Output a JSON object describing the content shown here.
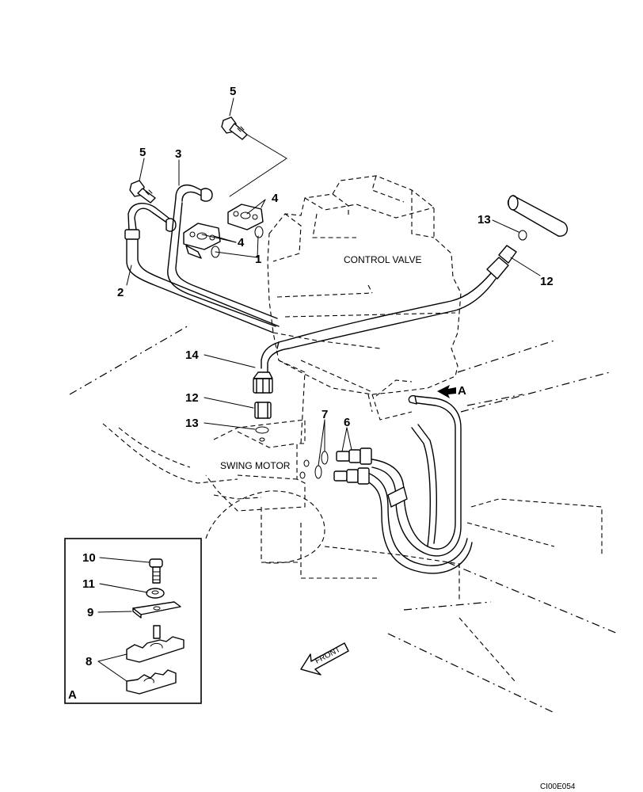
{
  "labels": {
    "control_valve": "CONTROL VALVE",
    "swing_motor": "SWING MOTOR",
    "front": "FRONT",
    "view_a_arrow": "A",
    "inset_a": "A",
    "drawing_code": "CI00E054"
  },
  "callouts": {
    "c1": "1",
    "c2": "2",
    "c3": "3",
    "c4a": "4",
    "c4b": "4",
    "c5a": "5",
    "c5b": "5",
    "c6": "6",
    "c7": "7",
    "c8": "8",
    "c9": "9",
    "c10": "10",
    "c11": "11",
    "c12a": "12",
    "c12b": "12",
    "c13a": "13",
    "c13b": "13",
    "c14": "14"
  }
}
